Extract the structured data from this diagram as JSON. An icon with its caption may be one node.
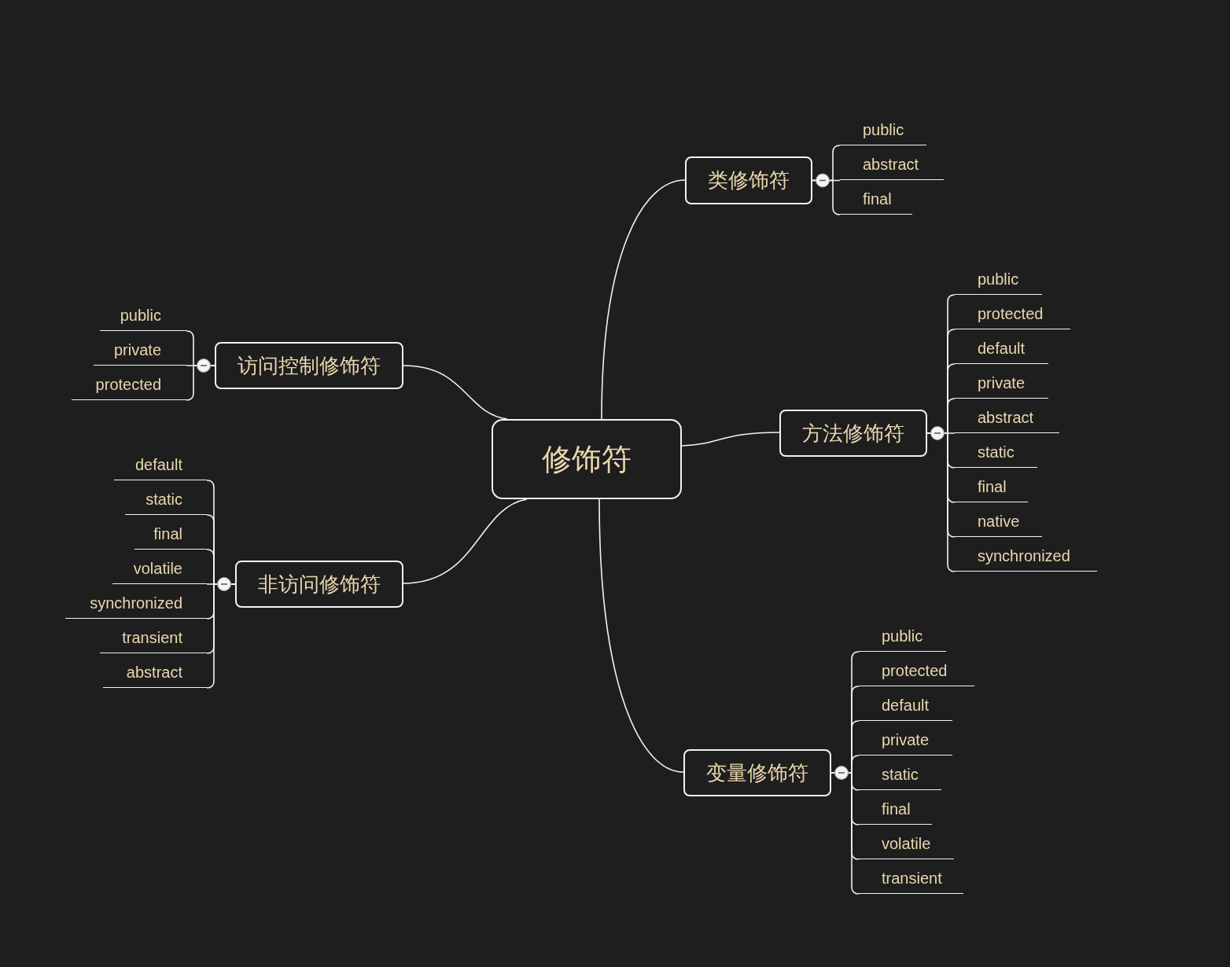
{
  "diagram": {
    "nodes": [
      {
        "text": [
          "修饰符"
        ]
      },
      {
        "text": [
          "类修饰符"
        ]
      },
      {
        "text": [
          "public"
        ]
      },
      {
        "text": [
          "abstract"
        ]
      },
      {
        "text": [
          "final"
        ]
      },
      {
        "text": [
          "访问控制修饰符"
        ]
      },
      {
        "text": [
          "public"
        ]
      },
      {
        "text": [
          "private"
        ]
      },
      {
        "text": [
          "protected"
        ]
      },
      {
        "text": [
          "方法修饰符"
        ]
      },
      {
        "text": [
          "public"
        ]
      },
      {
        "text": [
          "protected"
        ]
      },
      {
        "text": [
          "default"
        ]
      },
      {
        "text": [
          "private"
        ]
      },
      {
        "text": [
          "abstract"
        ]
      },
      {
        "text": [
          "static"
        ]
      },
      {
        "text": [
          "final"
        ]
      },
      {
        "text": [
          "native"
        ]
      },
      {
        "text": [
          "synchronized"
        ]
      },
      {
        "text": [
          "非访问修饰符"
        ]
      },
      {
        "text": [
          "default"
        ]
      },
      {
        "text": [
          "static"
        ]
      },
      {
        "text": [
          "final"
        ]
      },
      {
        "text": [
          "volatile"
        ]
      },
      {
        "text": [
          "synchronized"
        ]
      },
      {
        "text": [
          "transient"
        ]
      },
      {
        "text": [
          "abstract"
        ]
      },
      {
        "text": [
          "变量修饰符"
        ]
      },
      {
        "text": [
          "public"
        ]
      },
      {
        "text": [
          "protected"
        ]
      },
      {
        "text": [
          "default"
        ]
      },
      {
        "text": [
          "private"
        ]
      },
      {
        "text": [
          "static"
        ]
      },
      {
        "text": [
          "final"
        ]
      },
      {
        "text": [
          "volatile"
        ]
      },
      {
        "text": [
          "transient"
        ]
      }
    ],
    "edges": [
      {
        "from": 0,
        "to": 1,
        "arrow": "none"
      },
      {
        "from": 1,
        "to": 2,
        "arrow": "none"
      },
      {
        "from": 1,
        "to": 3,
        "arrow": "none"
      },
      {
        "from": 1,
        "to": 4,
        "arrow": "none"
      },
      {
        "from": 0,
        "to": 5,
        "arrow": "none"
      },
      {
        "from": 5,
        "to": 6,
        "arrow": "none"
      },
      {
        "from": 5,
        "to": 7,
        "arrow": "none"
      },
      {
        "from": 5,
        "to": 8,
        "arrow": "none"
      },
      {
        "from": 0,
        "to": 9,
        "arrow": "none"
      },
      {
        "from": 9,
        "to": 10,
        "arrow": "none"
      },
      {
        "from": 9,
        "to": 11,
        "arrow": "none"
      },
      {
        "from": 9,
        "to": 12,
        "arrow": "none"
      },
      {
        "from": 9,
        "to": 13,
        "arrow": "none"
      },
      {
        "from": 9,
        "to": 14,
        "arrow": "none"
      },
      {
        "from": 9,
        "to": 15,
        "arrow": "none"
      },
      {
        "from": 9,
        "to": 16,
        "arrow": "none"
      },
      {
        "from": 9,
        "to": 17,
        "arrow": "none"
      },
      {
        "from": 9,
        "to": 18,
        "arrow": "none"
      },
      {
        "from": 0,
        "to": 19,
        "arrow": "none"
      },
      {
        "from": 19,
        "to": 20,
        "arrow": "none"
      },
      {
        "from": 19,
        "to": 21,
        "arrow": "none"
      },
      {
        "from": 19,
        "to": 22,
        "arrow": "none"
      },
      {
        "from": 19,
        "to": 23,
        "arrow": "none"
      },
      {
        "from": 19,
        "to": 24,
        "arrow": "none"
      },
      {
        "from": 19,
        "to": 25,
        "arrow": "none"
      },
      {
        "from": 19,
        "to": 26,
        "arrow": "none"
      },
      {
        "from": 0,
        "to": 27,
        "arrow": "none"
      },
      {
        "from": 27,
        "to": 28,
        "arrow": "none"
      },
      {
        "from": 27,
        "to": 29,
        "arrow": "none"
      },
      {
        "from": 27,
        "to": 30,
        "arrow": "none"
      },
      {
        "from": 27,
        "to": 31,
        "arrow": "none"
      },
      {
        "from": 27,
        "to": 32,
        "arrow": "none"
      },
      {
        "from": 27,
        "to": 33,
        "arrow": "none"
      },
      {
        "from": 27,
        "to": 34,
        "arrow": "none"
      },
      {
        "from": 27,
        "to": 35,
        "arrow": "none"
      }
    ]
  }
}
